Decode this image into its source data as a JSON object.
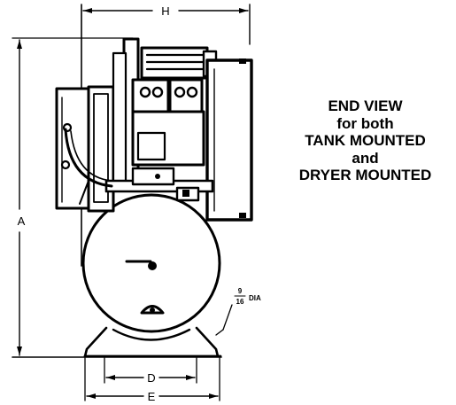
{
  "title": {
    "line1": "END VIEW",
    "line2": "for both",
    "line3": "TANK MOUNTED",
    "line4": "and",
    "line5": "DRYER MOUNTED"
  },
  "dimensions": {
    "h": "H",
    "a": "A",
    "d": "D",
    "e": "E",
    "hole_num": "9",
    "hole_den": "16",
    "hole_suffix": "DIA"
  }
}
